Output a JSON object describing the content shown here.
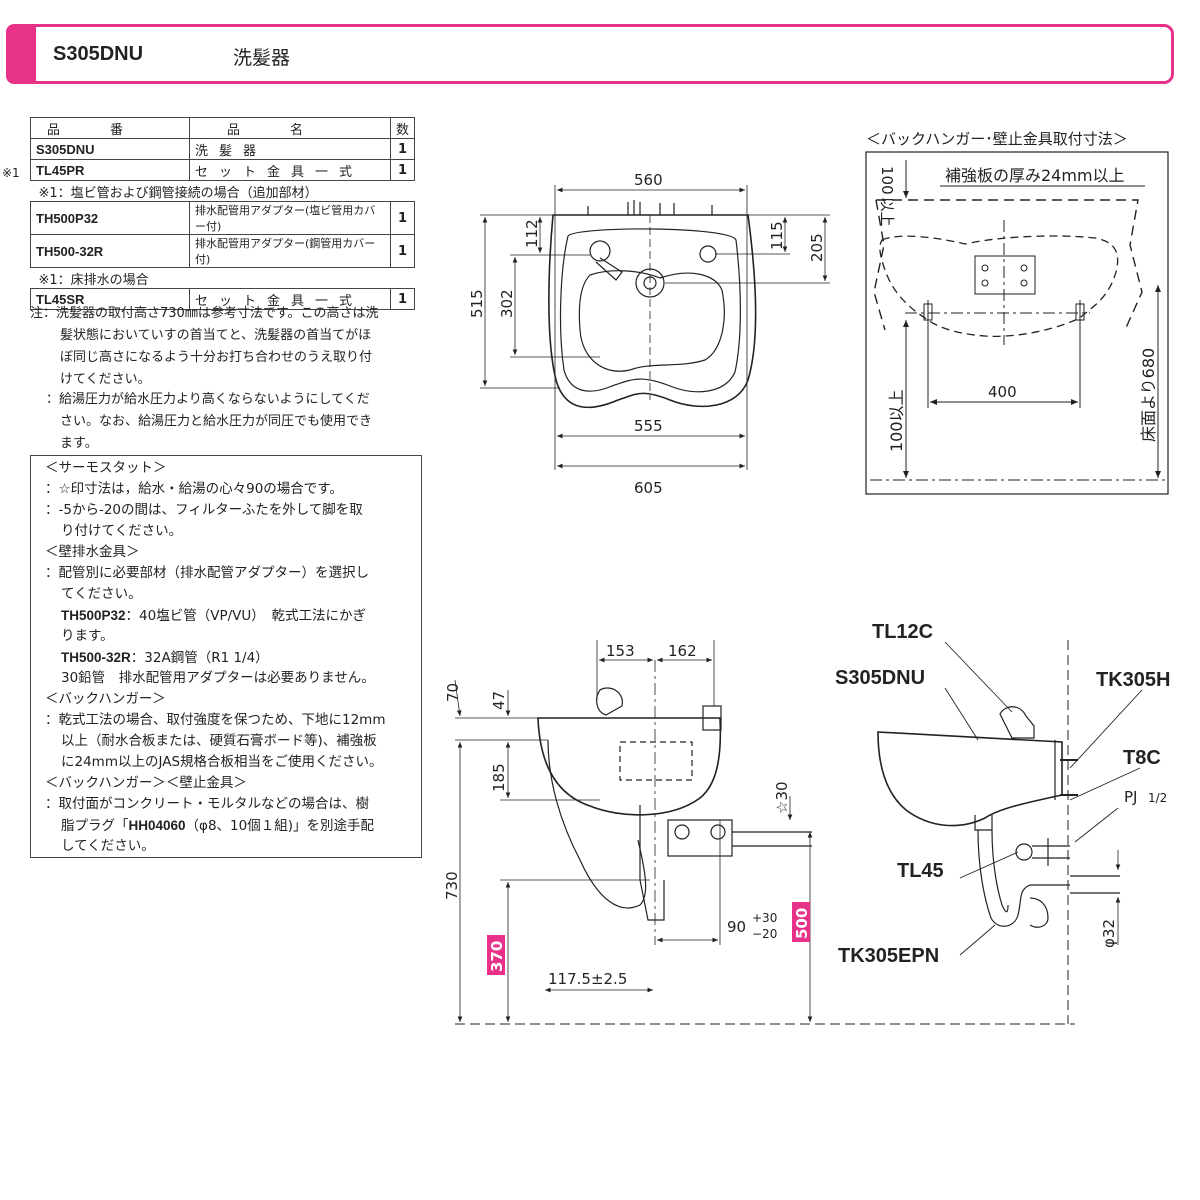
{
  "header": {
    "model": "S305DNU",
    "name": "洗髪器"
  },
  "parts_table": {
    "headers": [
      "品番",
      "品名",
      "数"
    ],
    "rows": [
      {
        "num": "S305DNU",
        "name": "洗髪器",
        "qty": "1"
      },
      {
        "num": "TL45PR",
        "name": "セット金具一式",
        "qty": "1"
      }
    ],
    "note1": "※1：塩ビ管および鋼管接続の場合（追加部材）",
    "rows2": [
      {
        "num": "TH500P32",
        "name": "排水配管用アダプター(塩ビ管用カバー付)",
        "qty": "1"
      },
      {
        "num": "TH500-32R",
        "name": "排水配管用アダプター(鋼管用カバー付)",
        "qty": "1"
      }
    ],
    "note2": "※1：床排水の場合",
    "rows3": [
      {
        "num": "TL45SR",
        "name": "セット金具一式",
        "qty": "1"
      }
    ],
    "star_mark": "※1"
  },
  "notes": [
    "注：洗髪器の取付高さ730㎜は参考寸法です。この高さは洗",
    "髪状態においていすの首当てと、洗髪器の首当てがほ",
    "ぼ同じ高さになるよう十分お打ち合わせのうえ取り付",
    "けてください。",
    "：給湯圧力が給水圧力より高くならないようにしてくだ",
    "さい。なお、給湯圧力と給水圧力が同圧でも使用でき",
    "ます。"
  ],
  "box": {
    "l1": "＜サーモスタット＞",
    "l2": "：☆印寸法は，給水・給湯の心々90の場合です。",
    "l3": "：-5から-20の間は、フィルターふたを外して脚を取",
    "l4": "り付けてください。",
    "l5": "＜壁排水金具＞",
    "l6": "：配管別に必要部材（排水配管アダプター）を選択し",
    "l7": "てください。",
    "l8b": "TH500P32",
    "l8": "：40塩ビ管（VP/VU）　乾式工法にかぎ",
    "l9": "ります。",
    "l10b": "TH500-32R",
    "l10": "：32A鋼管（R1 1/4）",
    "l11": "30鉛管　排水配管用アダプターは必要ありません。",
    "l12": "＜バックハンガー＞",
    "l13": "：乾式工法の場合、取付強度を保つため、下地に12mm",
    "l14": "以上（耐水合板または、硬質石膏ボード等)、補強板",
    "l15": "に24mm以上のJAS規格合板相当をご使用ください。",
    "l16": "＜バックハンガー＞＜壁止金具＞",
    "l17": "：取付面がコンクリート・モルタルなどの場合は、樹",
    "l18a": "脂プラグ「",
    "l18b": "HH04060",
    "l18c": "（φ8、10個１組)」を別途手配",
    "l19": "してください。"
  },
  "top_view": {
    "d560": "560",
    "d112": "112",
    "d115": "115",
    "d205": "205",
    "d515": "515",
    "d302": "302",
    "d555": "555",
    "d605": "605"
  },
  "hanger": {
    "title": "＜バックハンガー･壁止金具取付寸法＞",
    "top_dim_a": "100",
    "top_dim_b": "以上",
    "board": "補強板の厚み24mm以上",
    "d400": "400",
    "d100": "100以上",
    "floor": "床面より680"
  },
  "front_view": {
    "d153": "153",
    "d162": "162",
    "d70": "70",
    "d47": "47",
    "d185": "185",
    "d30": "☆30",
    "d730": "730",
    "d370": "370",
    "d500": "500",
    "d90": "90",
    "d90tol_up": "+30",
    "d90tol_dn": "−20",
    "d117": "117.5±2.5"
  },
  "side_view": {
    "tl12c": "TL12C",
    "s305": "S305DNU",
    "tk305h": "TK305H",
    "t8c": "T8C",
    "pj": "PJ",
    "pj_half": "1/2",
    "tl45": "TL45",
    "tk305epn": "TK305EPN",
    "phi32": "φ32"
  },
  "colors": {
    "accent": "#e8328a"
  }
}
